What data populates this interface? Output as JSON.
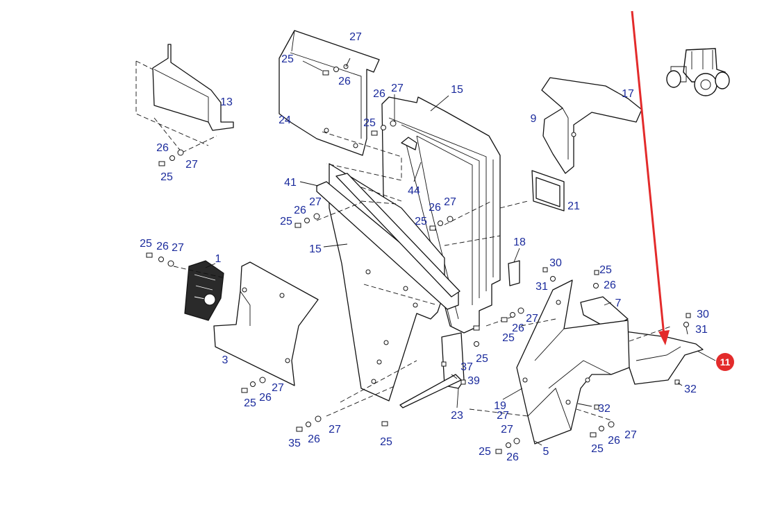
{
  "diagram": {
    "accent_color": "#e32b2b",
    "label_color": "#1a2a9c",
    "callout": {
      "text": "11",
      "color": "#e32b2b"
    },
    "labels": {
      "l27a": "27",
      "l25a": "25",
      "l26a": "26",
      "l24": "24",
      "l13": "13",
      "l26b": "26",
      "l27b": "27",
      "l25b": "25",
      "l26c": "26",
      "l27c": "27",
      "l15a": "15",
      "l25c": "25",
      "l17": "17",
      "l9": "9",
      "l41": "41",
      "l44": "44",
      "l21": "21",
      "l27d": "27",
      "l26d": "26",
      "l25d": "25",
      "l26e": "26",
      "l27e": "27",
      "l25e": "25",
      "l25f": "25",
      "l26f": "26",
      "l27f": "27",
      "l1": "1",
      "l15b": "15",
      "l18": "18",
      "l30a": "30",
      "l31a": "31",
      "l25g": "25",
      "l26g": "26",
      "l7": "7",
      "l30b": "30",
      "l31b": "31",
      "l3": "3",
      "l26h": "26",
      "l27h": "27",
      "l25h": "25",
      "l37": "37",
      "l25i": "25",
      "l39": "39",
      "l19": "19",
      "l32a": "32",
      "l32b": "32",
      "l23": "23",
      "l27g": "27",
      "l25j": "25",
      "l26j": "26",
      "l27j": "27",
      "l35": "35",
      "l26k": "26",
      "l27k": "27",
      "l25k": "25",
      "l27l": "27",
      "l25l": "25",
      "l26l": "26",
      "l5": "5",
      "l25m": "25",
      "l26m": "26",
      "l27m": "27"
    }
  }
}
